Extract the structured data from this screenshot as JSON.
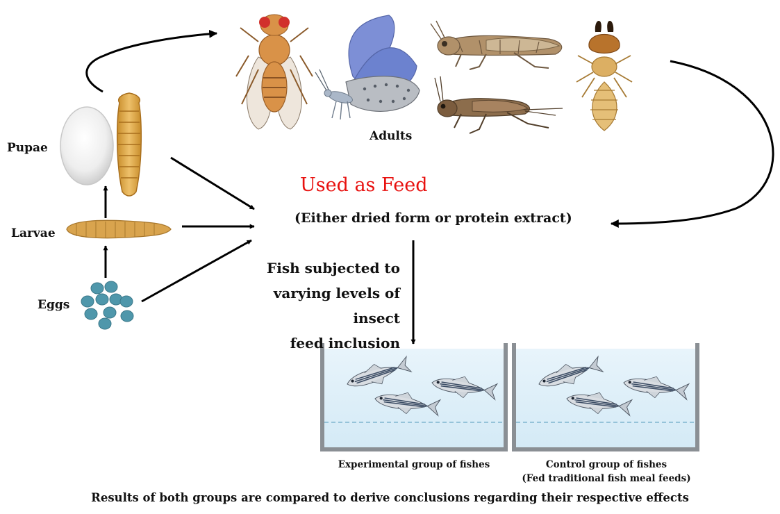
{
  "labels": {
    "pupae": "Pupae",
    "larvae": "Larvae",
    "eggs": "Eggs",
    "adults": "Adults"
  },
  "feed": {
    "title": "Used as Feed",
    "subtitle": "(Either dried form or protein extract)",
    "title_color": "#e8110f"
  },
  "fish_text": {
    "line1": "Fish subjected to",
    "line2": "varying levels of insect",
    "line3": "feed inclusion"
  },
  "tanks": {
    "experimental": "Experimental group of fishes",
    "control_line1": "Control group of fishes",
    "control_line2": "(Fed traditional fish meal feeds)"
  },
  "conclusion": "Results of both groups are compared to derive conclusions regarding their respective effects",
  "icons": [
    "fruit-fly-icon",
    "butterfly-icon",
    "locust-icon",
    "cricket-icon",
    "termite-icon",
    "pupa-cocoon-icon",
    "pupa-icon",
    "larva-icon",
    "eggs-icon",
    "zebrafish-icon"
  ]
}
